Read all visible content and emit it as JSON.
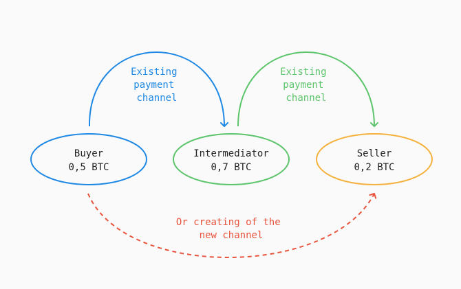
{
  "colors": {
    "background": "#fafafa",
    "buyer": "#1e88e5",
    "intermediator": "#5cc46b",
    "seller": "#f5b13d",
    "new_channel": "#e8533d",
    "text": "#222222"
  },
  "nodes": {
    "buyer": {
      "name": "Buyer",
      "amount": "0,5 BTC"
    },
    "intermediator": {
      "name": "Intermediator",
      "amount": "0,7 BTC"
    },
    "seller": {
      "name": "Seller",
      "amount": "0,2 BTC"
    }
  },
  "channels": {
    "buyer_to_intermediator": {
      "label_lines": [
        "Existing",
        "payment",
        "channel"
      ]
    },
    "intermediator_to_seller": {
      "label_lines": [
        "Existing",
        "payment",
        "channel"
      ]
    },
    "new_channel": {
      "label_lines": [
        "Or creating of the",
        "new channel"
      ]
    }
  }
}
